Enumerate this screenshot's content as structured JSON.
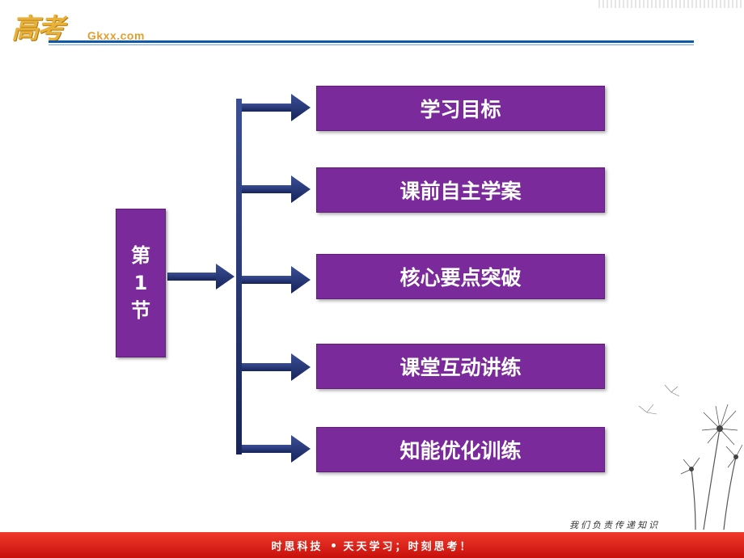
{
  "header": {
    "logo_main": "高考",
    "logo_sub": "Gkxx.com"
  },
  "section": {
    "chars": [
      "第",
      "1",
      "节"
    ]
  },
  "menu": {
    "items": [
      {
        "label": "学习目标"
      },
      {
        "label": "课前自主学案"
      },
      {
        "label": "核心要点突破"
      },
      {
        "label": "课堂互动讲练"
      },
      {
        "label": "知能优化训练"
      }
    ]
  },
  "footer": {
    "part1": "时思科技",
    "part2": "天天学习；时刻思考！",
    "slogan": "我们负责传递知识"
  },
  "colors": {
    "box": "#7a2a9a",
    "arrow": "#1e2f6e",
    "rule": "#0f5aa8",
    "footer": "#e02418"
  }
}
